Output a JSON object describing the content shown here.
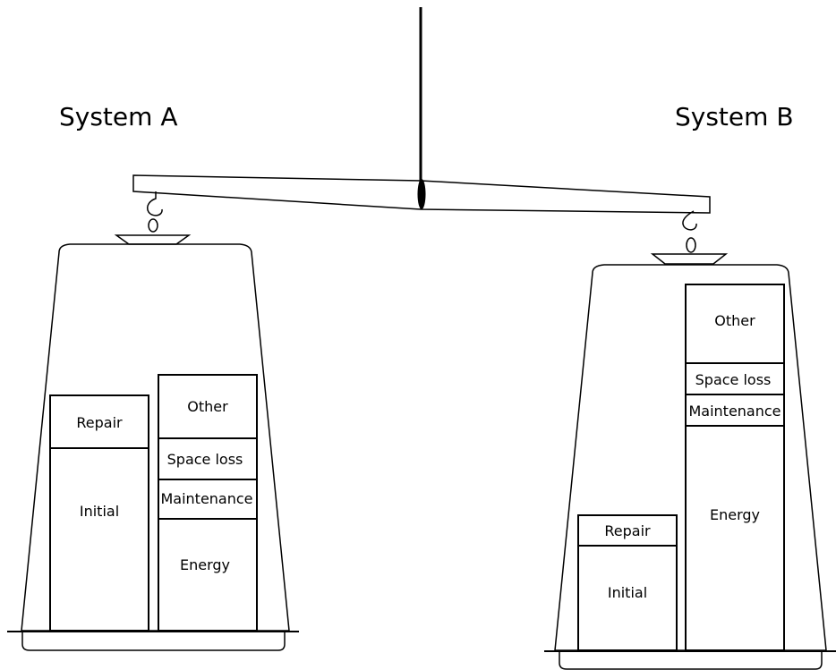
{
  "system_a": {
    "title": "System A",
    "left_stack": {
      "blocks": [
        "Repair",
        "Initial"
      ]
    },
    "right_stack": {
      "blocks": [
        "Other",
        "Space loss",
        "Maintenance",
        "Energy"
      ]
    }
  },
  "system_b": {
    "title": "System B",
    "left_stack": {
      "blocks": [
        "Repair",
        "Initial"
      ]
    },
    "right_stack": {
      "blocks": [
        "Other",
        "Space loss",
        "Maintenance",
        "Energy"
      ]
    }
  }
}
